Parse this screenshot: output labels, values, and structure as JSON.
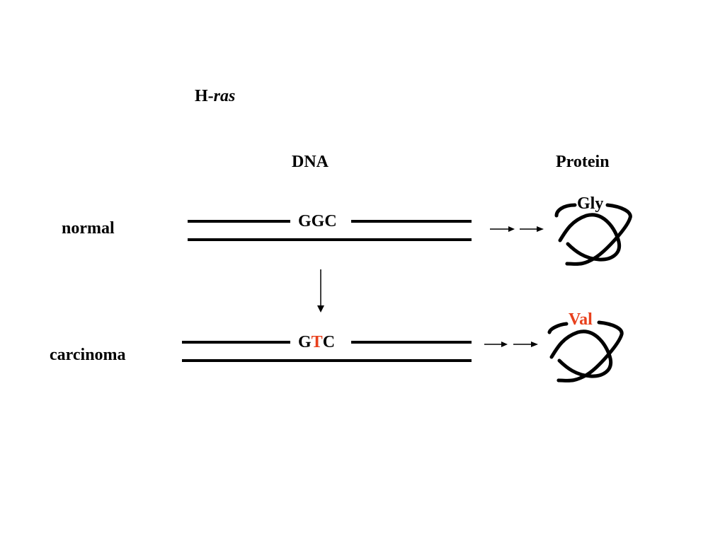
{
  "title": {
    "prefix": "H-",
    "gene": "ras"
  },
  "headers": {
    "dna": "DNA",
    "protein": "Protein"
  },
  "rows": {
    "normal": {
      "label": "normal",
      "codon": [
        "G",
        "G",
        "C"
      ],
      "amino_acid": "Gly"
    },
    "carcinoma": {
      "label": "carcinoma",
      "codon": [
        "G",
        "T",
        "C"
      ],
      "amino_acid": "Val"
    }
  },
  "colors": {
    "text": "#000000",
    "mutation_highlight": "#e8401c"
  },
  "icons": {
    "protein": "folded-protein-icon",
    "arrow": "arrow-right-icon",
    "mutation_arrow": "arrow-down-icon"
  }
}
